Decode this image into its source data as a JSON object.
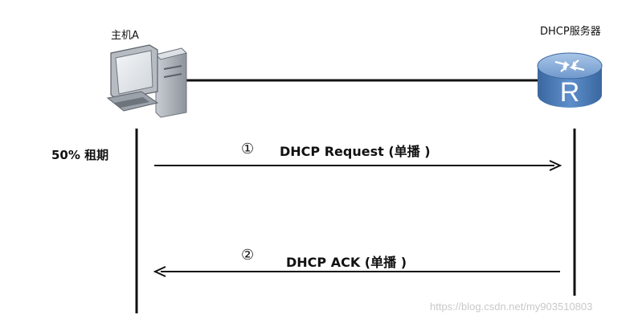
{
  "host": {
    "label": "主机A",
    "icon": "desktop-computer-icon"
  },
  "server": {
    "label": "DHCP服务器",
    "icon": "router-icon",
    "icon_letter": "R"
  },
  "lease": {
    "label": "50% 租期"
  },
  "steps": [
    {
      "number": "①",
      "message": "DHCP Request (单播 )",
      "direction": "host-to-server"
    },
    {
      "number": "②",
      "message": "DHCP ACK (单播 )",
      "direction": "server-to-host"
    }
  ],
  "watermark": "https://blog.csdn.net/my903510803",
  "colors": {
    "line": "#111111",
    "router_body": "#4f80bd",
    "router_top": "#89b0dc",
    "watermark": "#c9c9c9"
  }
}
